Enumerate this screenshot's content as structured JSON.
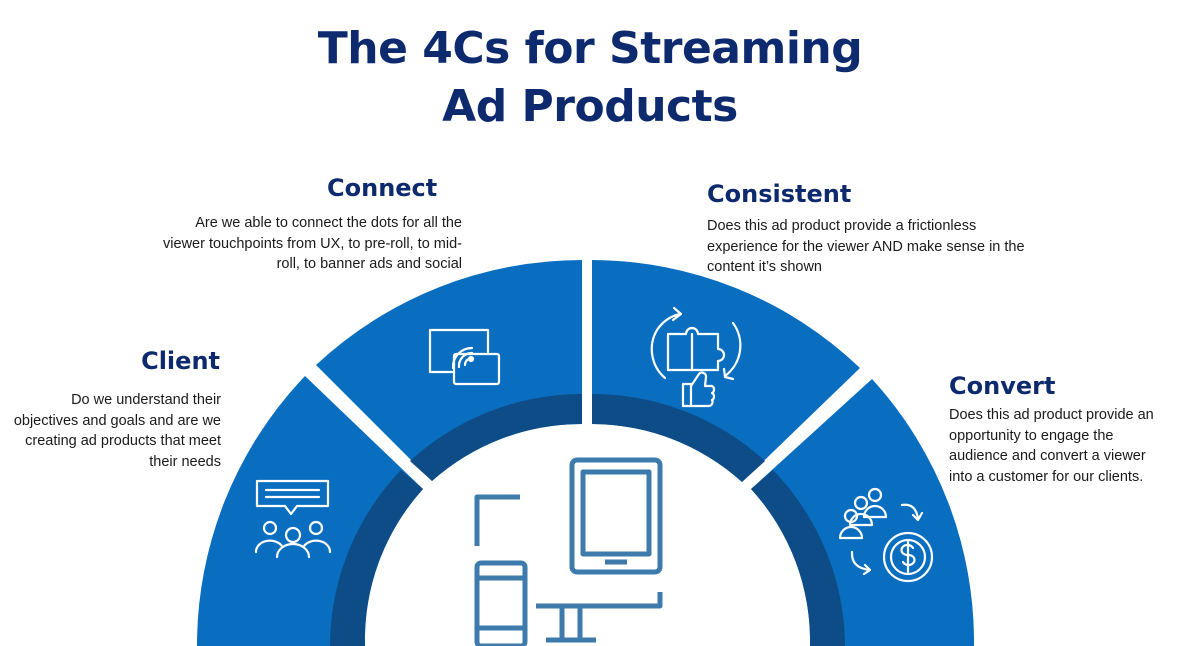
{
  "title": {
    "line1": "The 4Cs for Streaming",
    "line2": "Ad Products"
  },
  "sections": {
    "client": {
      "heading": "Client",
      "text": "Do we understand their objectives and goals and are we creating ad products that meet their needs",
      "icon": "chat-audience-icon"
    },
    "connect": {
      "heading": "Connect",
      "text": "Are we able to connect the dots for all the viewer touchpoints from UX, to pre-roll, to mid-roll, to banner ads and social",
      "icon": "screen-cast-icon"
    },
    "consistent": {
      "heading": "Consistent",
      "text": "Does this ad product provide a frictionless experience for the viewer AND make sense in the content it’s shown",
      "icon": "puzzle-thumbs-up-icon"
    },
    "convert": {
      "heading": "Convert",
      "text": "Does this ad product provide an opportunity to engage the audience and convert a viewer into a customer for our clients.",
      "icon": "people-to-dollar-icon"
    }
  },
  "center_icon": "multi-device-icon",
  "colors": {
    "title": "#0d2a6e",
    "segment": "#0a6ec0",
    "inner_ring": "#0d4c86",
    "icon_stroke": "#ffffff",
    "device_icon": "#3c7bab"
  }
}
